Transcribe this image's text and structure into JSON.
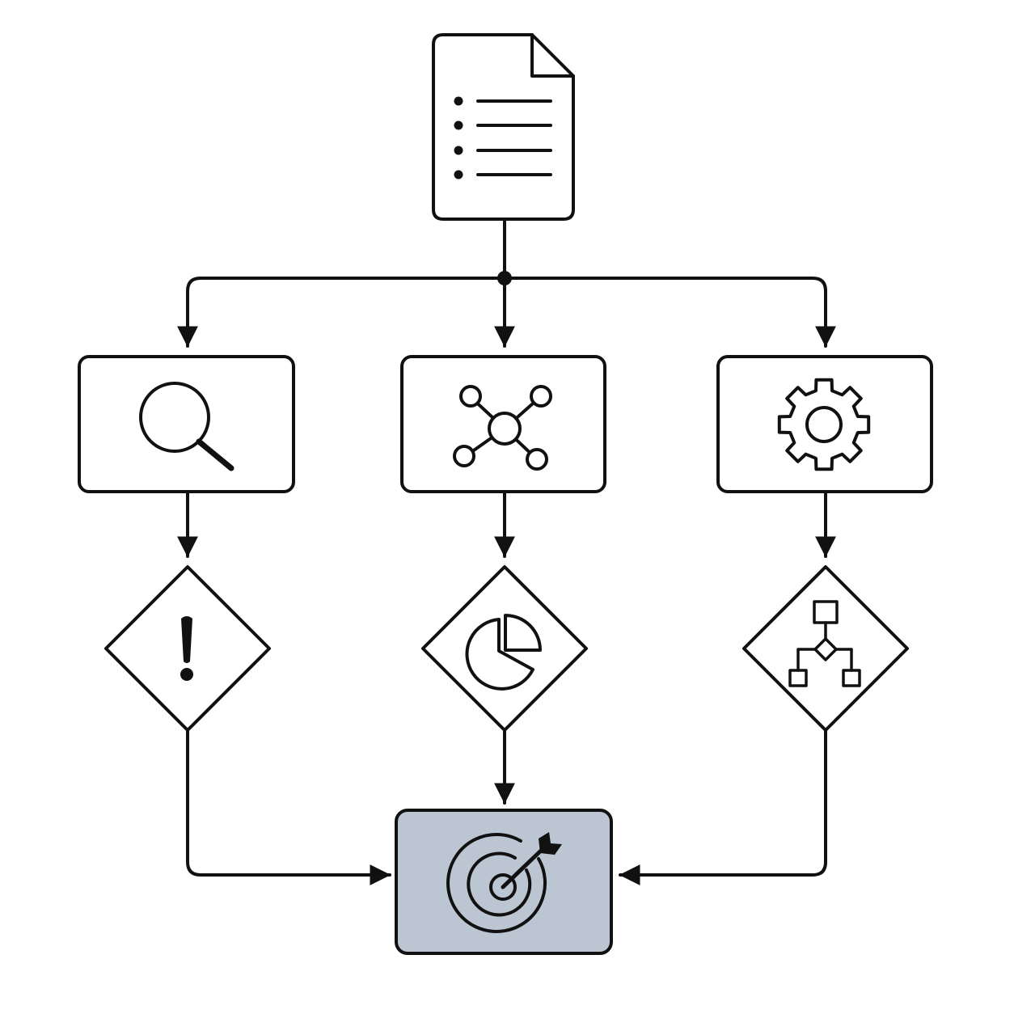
{
  "diagram": {
    "nodes": [
      {
        "id": "source-document",
        "shape": "document",
        "icon": "document-list-icon"
      },
      {
        "id": "process-search",
        "shape": "rectangle",
        "icon": "magnifier-icon"
      },
      {
        "id": "process-network",
        "shape": "rectangle",
        "icon": "network-icon"
      },
      {
        "id": "process-settings",
        "shape": "rectangle",
        "icon": "gear-icon"
      },
      {
        "id": "decision-alert",
        "shape": "diamond",
        "icon": "exclamation-icon"
      },
      {
        "id": "decision-analysis",
        "shape": "diamond",
        "icon": "pie-chart-icon"
      },
      {
        "id": "decision-workflow",
        "shape": "diamond",
        "icon": "flowchart-icon"
      },
      {
        "id": "goal-target",
        "shape": "rectangle",
        "icon": "target-icon",
        "highlighted": true
      }
    ],
    "edges": [
      {
        "from": "source-document",
        "to": "process-search"
      },
      {
        "from": "source-document",
        "to": "process-network"
      },
      {
        "from": "source-document",
        "to": "process-settings"
      },
      {
        "from": "process-search",
        "to": "decision-alert"
      },
      {
        "from": "process-network",
        "to": "decision-analysis"
      },
      {
        "from": "process-settings",
        "to": "decision-workflow"
      },
      {
        "from": "decision-alert",
        "to": "goal-target"
      },
      {
        "from": "decision-analysis",
        "to": "goal-target"
      },
      {
        "from": "decision-workflow",
        "to": "goal-target"
      }
    ],
    "colors": {
      "ink": "#111111",
      "background": "#ffffff",
      "highlight_fill": "#bcc6d2"
    }
  }
}
